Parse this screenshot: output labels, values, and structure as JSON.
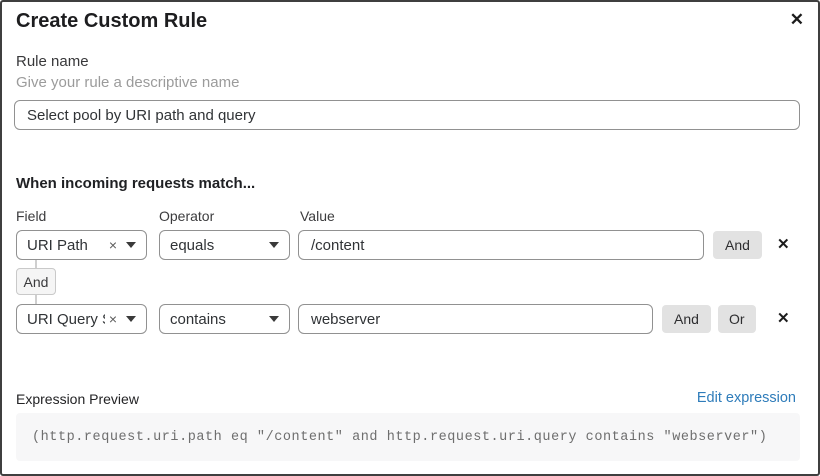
{
  "dialog": {
    "title": "Create Custom Rule"
  },
  "icons": {
    "close": "✕",
    "clear": "×",
    "delete": "✕"
  },
  "rule_name": {
    "label": "Rule name",
    "hint": "Give your rule a descriptive name",
    "value": "Select pool by URI path and query"
  },
  "matcher": {
    "heading": "When incoming requests match...",
    "columns": {
      "field": "Field",
      "operator": "Operator",
      "value": "Value"
    },
    "connector": "And",
    "rows": [
      {
        "field": "URI Path",
        "operator": "equals",
        "value": "/content",
        "and_label": "And"
      },
      {
        "field": "URI Query St...",
        "operator": "contains",
        "value": "webserver",
        "and_label": "And",
        "or_label": "Or"
      }
    ]
  },
  "expression": {
    "label": "Expression Preview",
    "edit_link": "Edit expression",
    "code": "(http.request.uri.path eq \"/content\" and http.request.uri.query contains \"webserver\")"
  },
  "colors": {
    "link": "#2e7cba",
    "button_bg": "#e2e2e2",
    "code_bg": "#f7f7f8",
    "code_text": "#6e6e6e",
    "input_border": "#919191",
    "dialog_border": "#3f3f3f"
  }
}
